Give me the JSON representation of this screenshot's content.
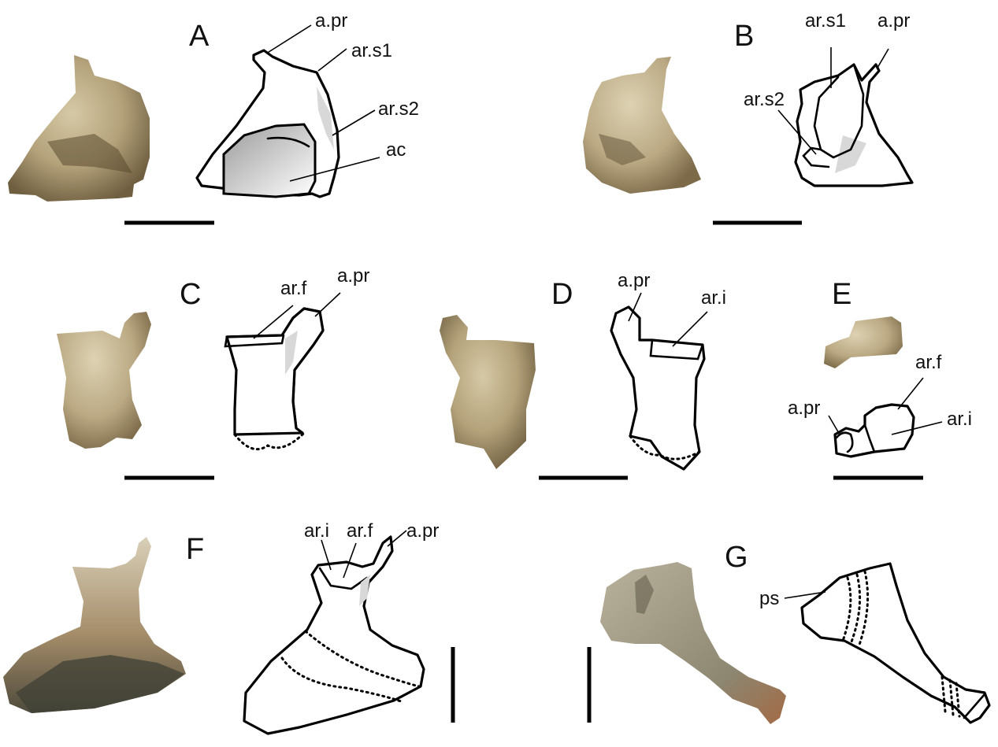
{
  "panels": {
    "A": {
      "letter": "A",
      "labels": {
        "apr": "a.pr",
        "ars1": "ar.s1",
        "ars2": "ar.s2",
        "ac": "ac"
      }
    },
    "B": {
      "letter": "B",
      "labels": {
        "ars1": "ar.s1",
        "apr": "a.pr",
        "ars2": "ar.s2"
      }
    },
    "C": {
      "letter": "C",
      "labels": {
        "arf": "ar.f",
        "apr": "a.pr"
      }
    },
    "D": {
      "letter": "D",
      "labels": {
        "apr": "a.pr",
        "ari": "ar.i"
      }
    },
    "E": {
      "letter": "E",
      "labels": {
        "arf": "ar.f",
        "apr": "a.pr",
        "ari": "ar.i"
      }
    },
    "F": {
      "letter": "F",
      "labels": {
        "ari": "ar.i",
        "arf": "ar.f",
        "apr": "a.pr"
      }
    },
    "G": {
      "letter": "G",
      "labels": {
        "ps": "ps"
      }
    }
  },
  "colors": {
    "bone_light": "#c9bb95",
    "bone_mid": "#a8966c",
    "bone_dark": "#6e5d3e",
    "matrix_dark": "#4a4a3e",
    "line": "#000000"
  }
}
